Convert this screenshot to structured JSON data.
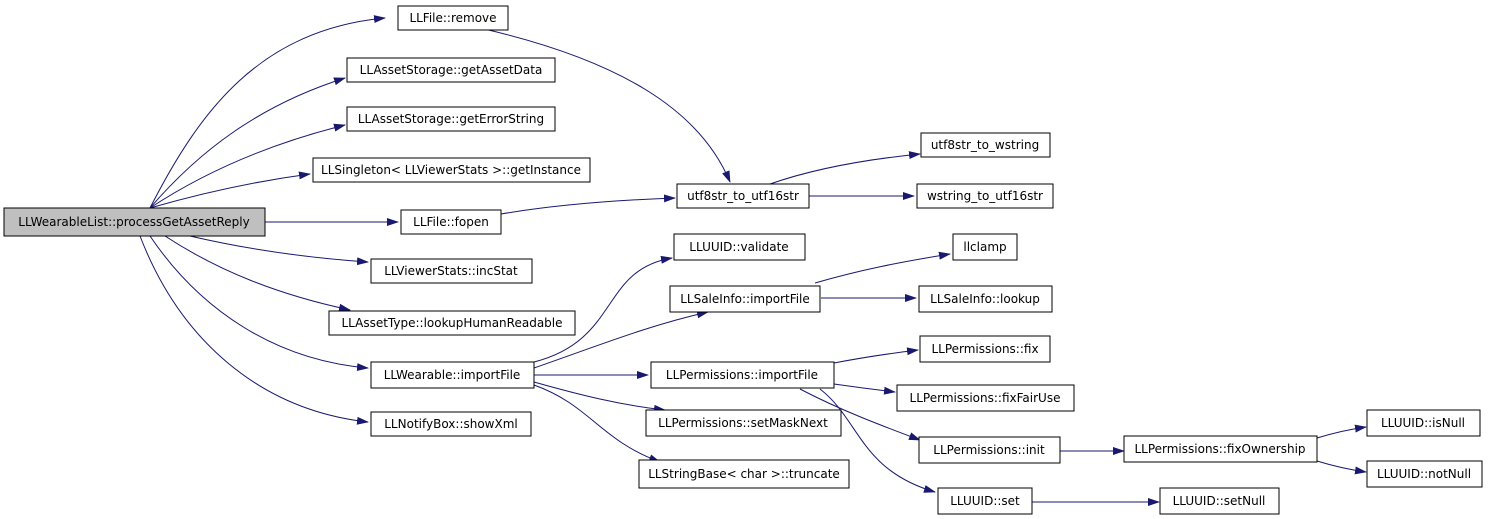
{
  "colors": {
    "edge": "#191970",
    "node_fill": "#ffffff",
    "root_fill": "#bfbfbf",
    "node_border": "#000000"
  },
  "nodes": {
    "root": "LLWearableList::processGetAssetReply",
    "llfile_remove": "LLFile::remove",
    "getassetdata": "LLAssetStorage::getAssetData",
    "geterrorstring": "LLAssetStorage::getErrorString",
    "getinstance": "LLSingleton< LLViewerStats >::getInstance",
    "llfile_fopen": "LLFile::fopen",
    "incstat": "LLViewerStats::incStat",
    "lookuphuman": "LLAssetType::lookupHumanReadable",
    "wearable_import": "LLWearable::importFile",
    "showxml": "LLNotifyBox::showXml",
    "utf8_to_utf16": "utf8str_to_utf16str",
    "utf8_to_wstring": "utf8str_to_wstring",
    "wstring_to_utf16": "wstring_to_utf16str",
    "uuid_validate": "LLUUID::validate",
    "sale_import": "LLSaleInfo::importFile",
    "perm_import": "LLPermissions::importFile",
    "setmasknext": "LLPermissions::setMaskNext",
    "truncate": "LLStringBase< char >::truncate",
    "llclamp": "llclamp",
    "sale_lookup": "LLSaleInfo::lookup",
    "perm_fix": "LLPermissions::fix",
    "perm_fixfair": "LLPermissions::fixFairUse",
    "perm_init": "LLPermissions::init",
    "uuid_set": "LLUUID::set",
    "perm_fixowner": "LLPermissions::fixOwnership",
    "uuid_setnull": "LLUUID::setNull",
    "uuid_isnull": "LLUUID::isNull",
    "uuid_notnull": "LLUUID::notNull"
  }
}
